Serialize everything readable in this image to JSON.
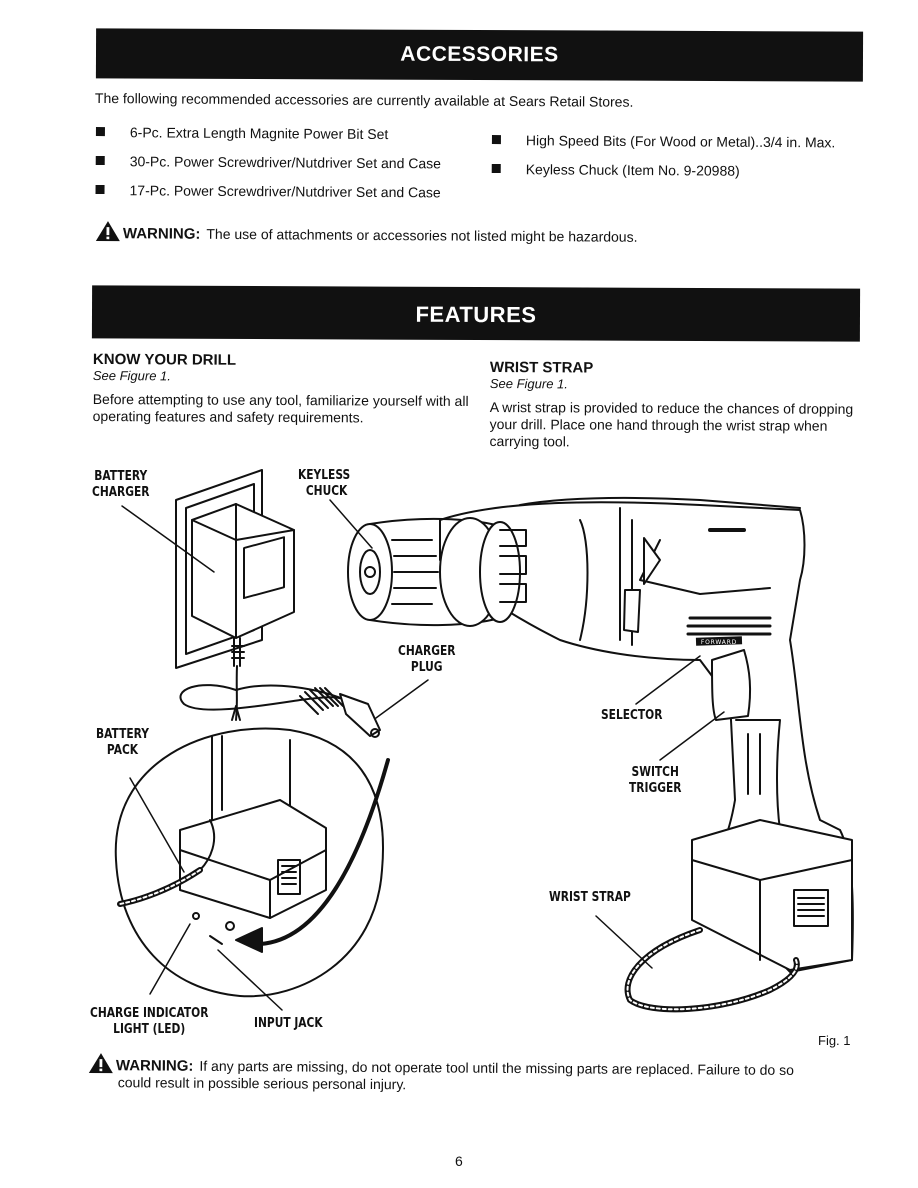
{
  "accessories": {
    "title": "ACCESSORIES",
    "intro": "The following recommended accessories are currently available at Sears Retail Stores.",
    "left_items": [
      "6-Pc. Extra Length Magnite Power Bit Set",
      "30-Pc. Power Screwdriver/Nutdriver Set and Case",
      "17-Pc. Power Screwdriver/Nutdriver Set and Case"
    ],
    "right_items": [
      "High Speed Bits (For Wood or Metal)..3/4 in. Max.",
      "Keyless Chuck (Item No. 9-20988)"
    ],
    "warning_label": "WARNING:",
    "warning_text": "The use of attachments or accessories not listed might be hazardous."
  },
  "features": {
    "title": "FEATURES",
    "know": {
      "heading": "KNOW YOUR DRILL",
      "see": "See Figure 1.",
      "text": "Before attempting to use any tool, familiarize yourself with all operating features and safety requirements."
    },
    "strap": {
      "heading": "WRIST STRAP",
      "see": "See Figure 1.",
      "text": "A wrist strap is provided to reduce the chances of dropping your drill. Place one hand through the wrist strap when carrying tool."
    }
  },
  "figure": {
    "callouts": {
      "battery_charger": [
        "BATTERY",
        "CHARGER"
      ],
      "keyless_chuck": [
        "KEYLESS",
        "CHUCK"
      ],
      "charger_plug": [
        "CHARGER",
        "PLUG"
      ],
      "battery_pack": [
        "BATTERY",
        "PACK"
      ],
      "selector": "SELECTOR",
      "switch_trigger": [
        "SWITCH",
        "TRIGGER"
      ],
      "wrist_strap": "WRIST STRAP",
      "charge_indicator": [
        "CHARGE INDICATOR",
        "LIGHT (LED)"
      ],
      "input_jack": "INPUT JACK"
    },
    "selector_marking": "FORWARD",
    "caption": "Fig. 1"
  },
  "bottom_warning": {
    "label": "WARNING:",
    "line1": "If any parts are missing, do not operate tool until the missing parts are replaced. Failure to do so",
    "line2": "could result in possible serious personal injury."
  },
  "page_number": "6"
}
